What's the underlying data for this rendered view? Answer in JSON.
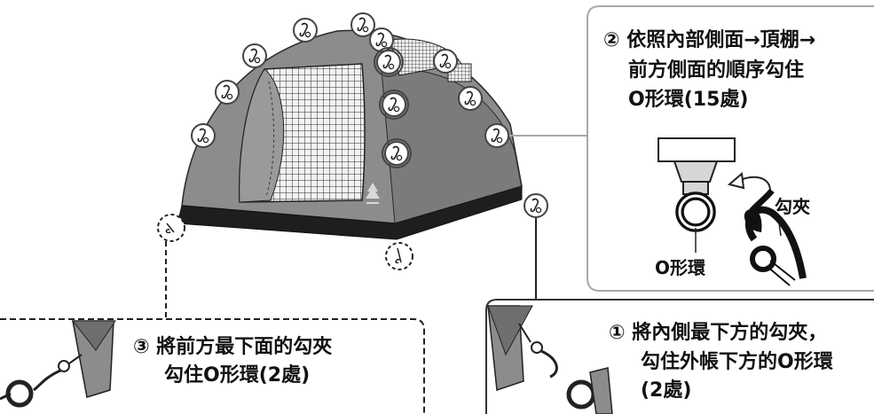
{
  "callout_right": {
    "line1": "② 依照內部側面→頂棚→",
    "line2": "前方側面的順序勾住",
    "line3": "O形環(15處)"
  },
  "callout_bottom_left": {
    "line1": "③ 將前方最下面的勾夾",
    "line2": "勾住O形環(2處)"
  },
  "callout_bottom_right": {
    "line1": "① 將內側最下方的勾夾，",
    "line2": "勾住外帳下方的O形環",
    "line3": "(2處)"
  },
  "labels": {
    "o_ring": "O形環",
    "hook_clip": "勾夾"
  },
  "colors": {
    "tent_fly": "#8c8c8c",
    "tent_dark": "#6e6e6e",
    "skirt": "#1e1e1e",
    "panel_box_border": "#a8a8a8",
    "bottom_right_box_border": "#333333"
  }
}
